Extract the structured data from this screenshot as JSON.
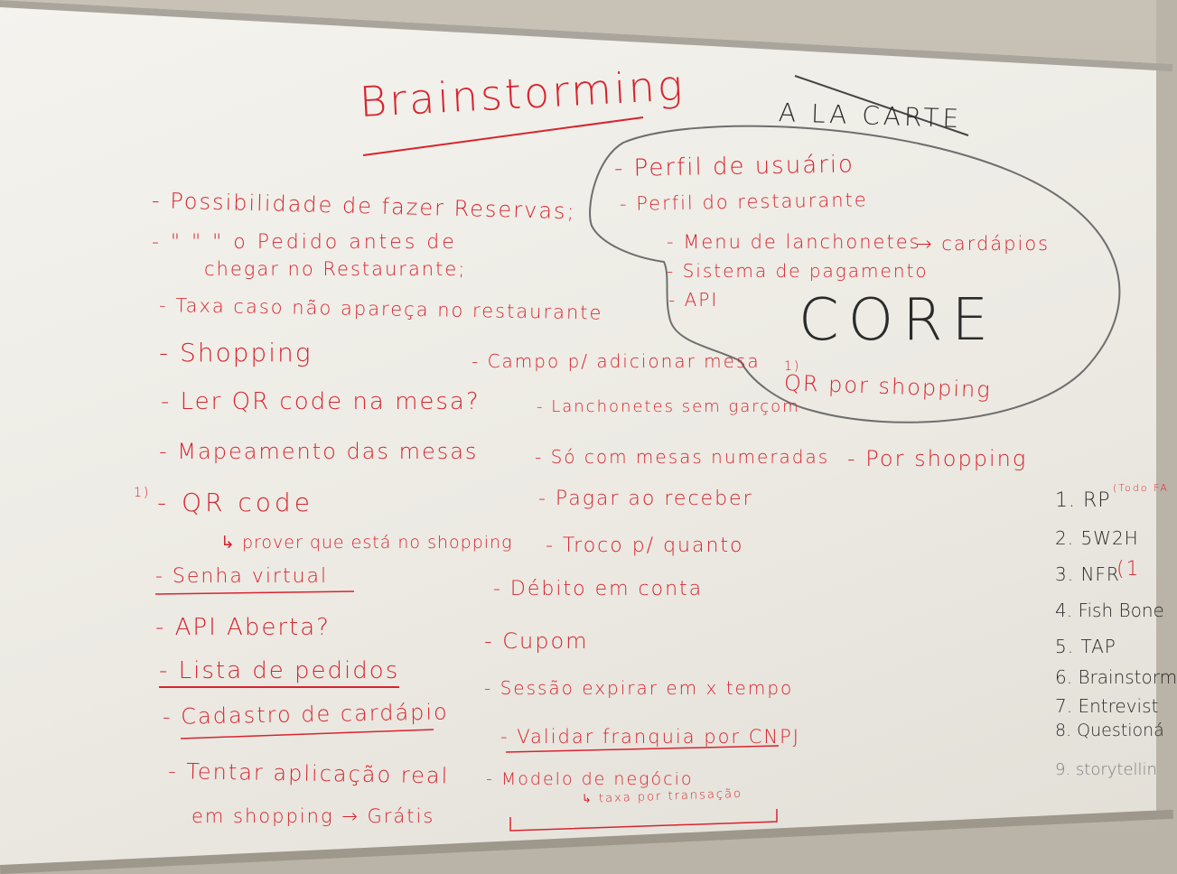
{
  "title": "Brainstorming",
  "brand": "A LA CARTE",
  "core": {
    "label": "CORE",
    "items": [
      "- Perfil de usuário",
      "- Perfil do restaurante",
      "- Menu de lanchonetes",
      "→ cardápios",
      "- Sistema de pagamento",
      "- API"
    ],
    "note_num": "1)",
    "note": "QR por shopping"
  },
  "left": [
    "- Possibilidade de fazer Reservas;",
    "- \" \" \" o Pedido antes de",
    "chegar no Restaurante;",
    "- Taxa caso não apareça no restaurante",
    "- Shopping",
    "- Ler QR code na mesa?",
    "- Mapeamento das mesas",
    "- QR code",
    "↳ prover que está no shopping",
    "- Senha virtual",
    "- API Aberta?",
    "- Lista de pedidos",
    "- Cadastro de cardápio",
    "- Tentar aplicação real",
    "em shopping → Grátis"
  ],
  "qr_num": "1)",
  "middle": [
    "- Campo p/ adicionar mesa",
    "- Lanchonetes sem garçom",
    "- Só com mesas numeradas",
    "- Pagar ao receber",
    "- Troco p/ quanto",
    "- Débito em conta",
    "- Cupom",
    "- Sessão expirar em x tempo",
    "- Validar franquia por CNPJ",
    "- Modelo de negócio",
    "↳ taxa por transação"
  ],
  "right_note": "- Por shopping",
  "list": [
    "1. RP",
    "(Todo FA",
    "2. 5W2H",
    "3. NFR",
    "(1",
    "4. Fish Bone",
    "5. TAP",
    "6. Brainstorm",
    "7. Entrevist",
    "8. Questioná",
    "9. storytellin"
  ]
}
